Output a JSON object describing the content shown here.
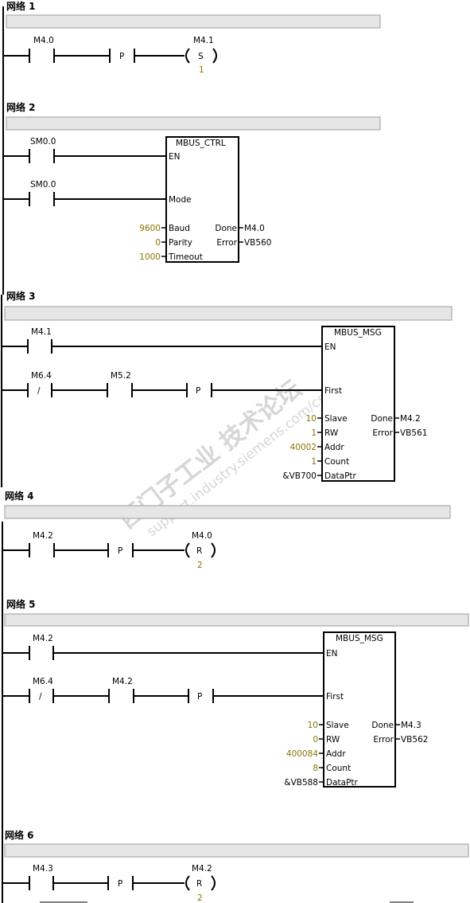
{
  "networks": [
    {
      "title": "网络 1"
    },
    {
      "title": "网络 2"
    },
    {
      "title": "网络 3"
    },
    {
      "title": "网络 4"
    },
    {
      "title": "网络 5"
    },
    {
      "title": "网络 6"
    }
  ],
  "n1": {
    "contact": "M4.0",
    "p": "P",
    "coil_addr": "M4.1",
    "coil_type": "S",
    "coil_count": "1"
  },
  "n2": {
    "contact_en": "SM0.0",
    "contact_mode": "SM0.0",
    "block": "MBUS_CTRL",
    "pins": {
      "en": "EN",
      "mode": "Mode",
      "baud": "Baud",
      "parity": "Parity",
      "timeout": "Timeout",
      "done": "Done",
      "error": "Error"
    },
    "values": {
      "baud": "9600",
      "parity": "0",
      "timeout": "1000",
      "done": "M4.0",
      "error": "VB560"
    }
  },
  "n3": {
    "contact_en": "M4.1",
    "contact_nc": "M6.4",
    "nc_mark": "/",
    "contact_b": "M5.2",
    "p": "P",
    "block": "MBUS_MSG",
    "pins": {
      "en": "EN",
      "first": "First",
      "slave": "Slave",
      "rw": "RW",
      "addr": "Addr",
      "count": "Count",
      "dataptr": "DataPtr",
      "done": "Done",
      "error": "Error"
    },
    "values": {
      "slave": "10",
      "rw": "1",
      "addr": "40002",
      "count": "1",
      "dataptr": "&VB700",
      "done": "M4.2",
      "error": "VB561"
    }
  },
  "n4": {
    "contact": "M4.2",
    "p": "P",
    "coil_addr": "M4.0",
    "coil_type": "R",
    "coil_count": "2"
  },
  "n5": {
    "contact_en": "M4.2",
    "contact_nc": "M6.4",
    "nc_mark": "/",
    "contact_b": "M4.2",
    "p": "P",
    "block": "MBUS_MSG",
    "pins": {
      "en": "EN",
      "first": "First",
      "slave": "Slave",
      "rw": "RW",
      "addr": "Addr",
      "count": "Count",
      "dataptr": "DataPtr",
      "done": "Done",
      "error": "Error"
    },
    "values": {
      "slave": "10",
      "rw": "0",
      "addr": "400084",
      "count": "8",
      "dataptr": "&VB588",
      "done": "M4.3",
      "error": "VB562"
    }
  },
  "n6": {
    "contact": "M4.3",
    "p": "P",
    "coil_addr": "M4.2",
    "coil_type": "R",
    "coil_count": "2"
  },
  "colors": {
    "value": "#8a7400",
    "comment_bar": "#e6e6e6",
    "line": "#000000"
  }
}
